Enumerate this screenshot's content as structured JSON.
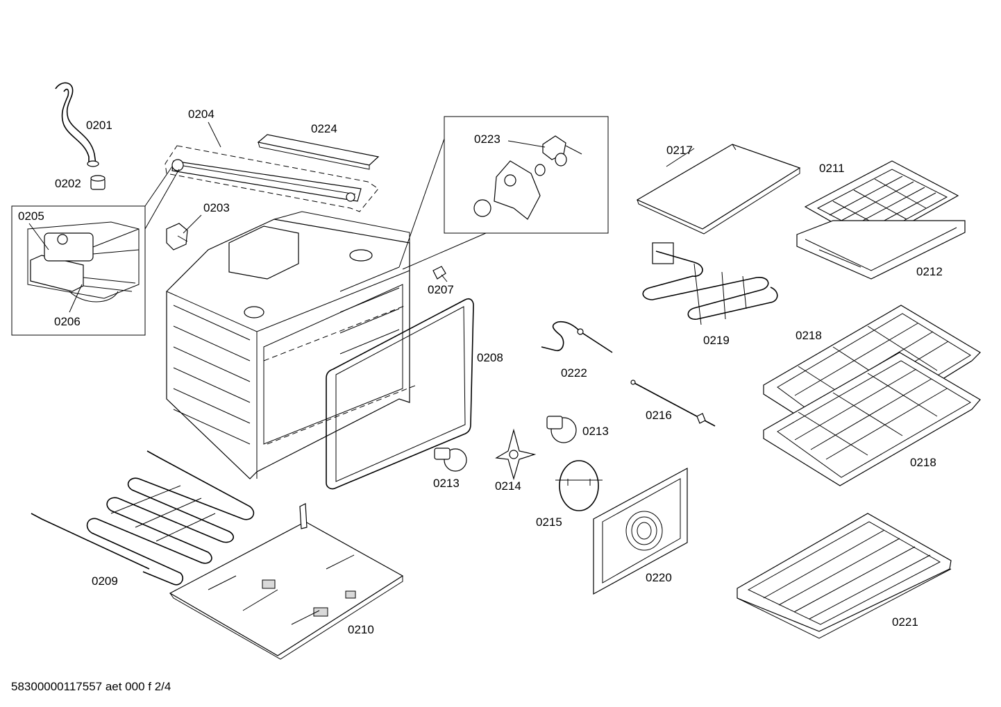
{
  "parts": [
    {
      "id": "p0201",
      "label": "0201"
    },
    {
      "id": "p0202",
      "label": "0202"
    },
    {
      "id": "p0203",
      "label": "0203"
    },
    {
      "id": "p0204",
      "label": "0204"
    },
    {
      "id": "p0205",
      "label": "0205"
    },
    {
      "id": "p0206",
      "label": "0206"
    },
    {
      "id": "p0207",
      "label": "0207"
    },
    {
      "id": "p0208",
      "label": "0208"
    },
    {
      "id": "p0209",
      "label": "0209"
    },
    {
      "id": "p0210",
      "label": "0210"
    },
    {
      "id": "p0211",
      "label": "0211"
    },
    {
      "id": "p0212",
      "label": "0212"
    },
    {
      "id": "p0213a",
      "label": "0213"
    },
    {
      "id": "p0213b",
      "label": "0213"
    },
    {
      "id": "p0214",
      "label": "0214"
    },
    {
      "id": "p0215",
      "label": "0215"
    },
    {
      "id": "p0216",
      "label": "0216"
    },
    {
      "id": "p0217",
      "label": "0217"
    },
    {
      "id": "p0218a",
      "label": "0218"
    },
    {
      "id": "p0218b",
      "label": "0218"
    },
    {
      "id": "p0219",
      "label": "0219"
    },
    {
      "id": "p0220",
      "label": "0220"
    },
    {
      "id": "p0221",
      "label": "0221"
    },
    {
      "id": "p0222",
      "label": "0222"
    },
    {
      "id": "p0223",
      "label": "0223"
    },
    {
      "id": "p0224",
      "label": "0224"
    }
  ],
  "footer": "58300000117557 aet 000 f 2/4"
}
